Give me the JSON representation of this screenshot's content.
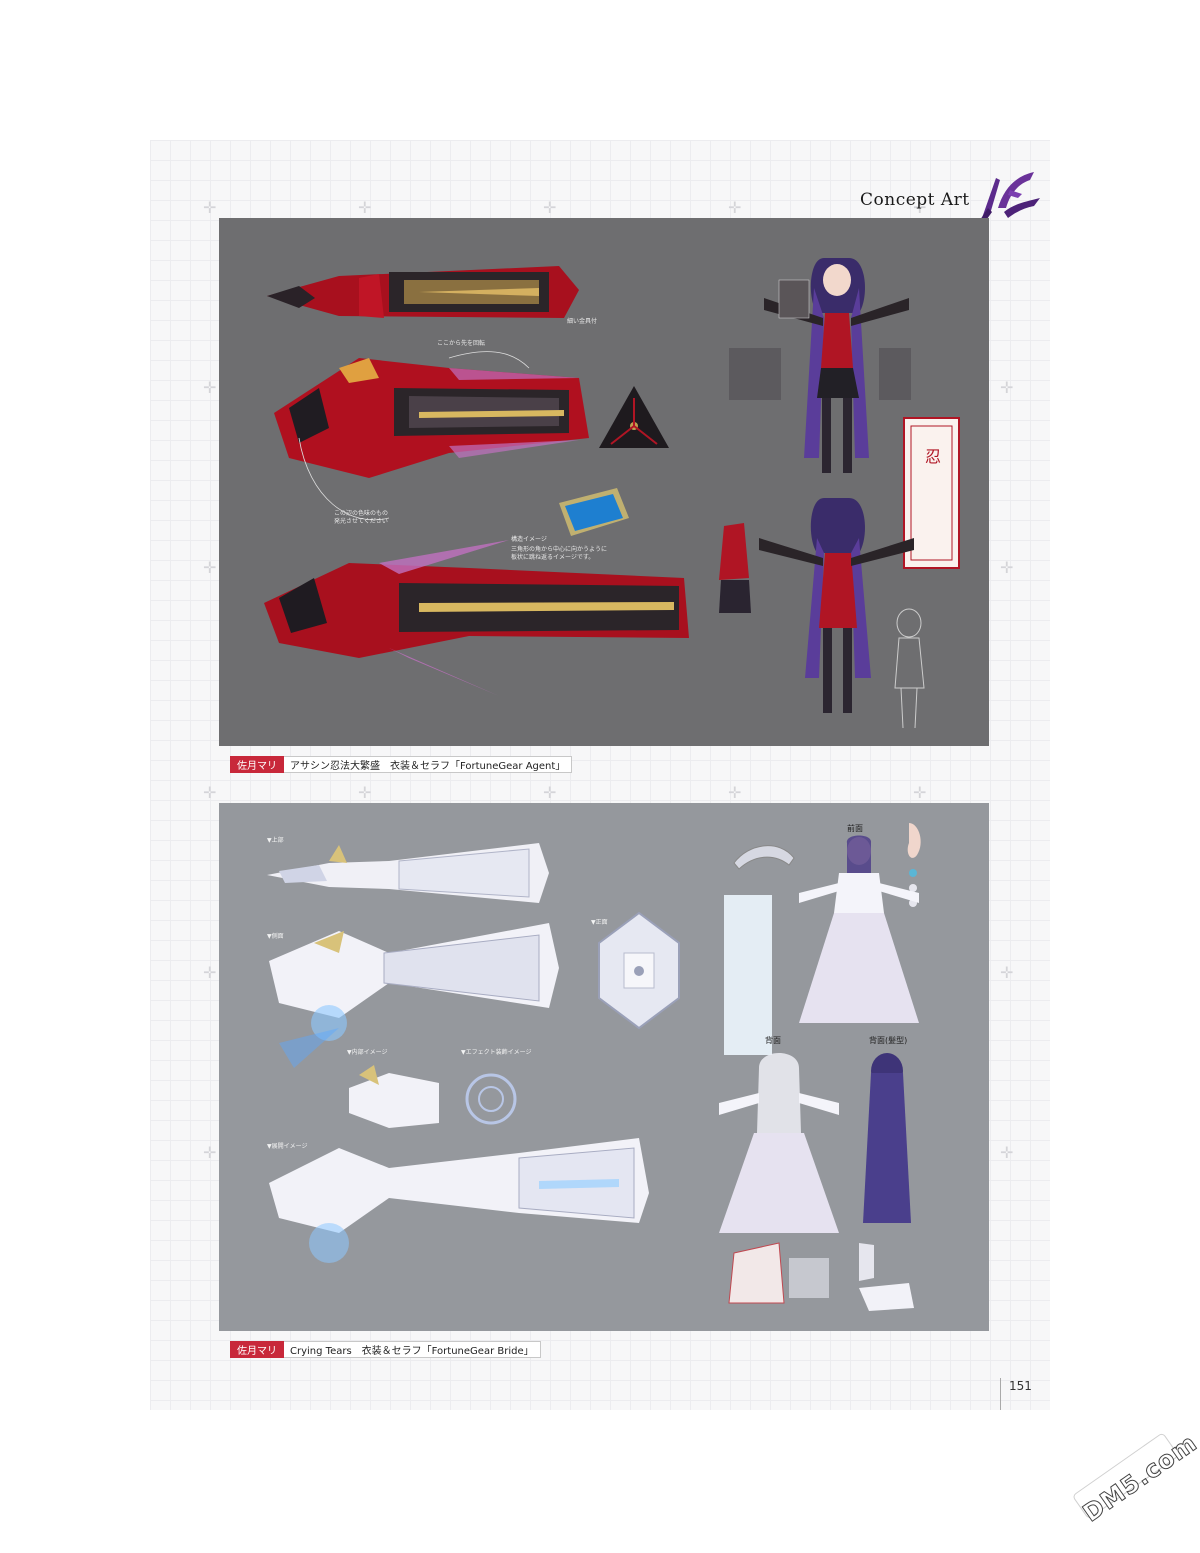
{
  "header": {
    "title": "Concept Art",
    "logo_icon": "purple-brushstroke-logo-icon"
  },
  "panels": {
    "agent": {
      "notes": {
        "rotate": "ここから先を回転",
        "glow": "この辺の色味のもの\n発光させてください",
        "structure": "構造イメージ",
        "structure_detail": "三角形の角から中心に向かうように\n板状に跳ね返るイメージです。",
        "clip": "細い金具付",
        "stamp": "忍"
      }
    },
    "bride": {
      "notes": {
        "upper": "▼上部",
        "side": "▼側面",
        "front": "▼正面",
        "inner": "▼内部イメージ",
        "effect": "▼エフェクト装飾イメージ",
        "energy": "▼展開イメージ",
        "front_view": "前面",
        "back_view": "背面",
        "back_hair": "背面(髪型)"
      }
    }
  },
  "captions": [
    {
      "author": "佐月マリ",
      "title": "アサシン忍法大繁盛　衣装＆セラフ「FortuneGear Agent」"
    },
    {
      "author": "佐月マリ",
      "title": "Crying Tears　衣装＆セラフ「FortuneGear Bride」"
    }
  ],
  "page_number": "151",
  "watermark": "DM5.com",
  "colors": {
    "accent_red": "#c8283a",
    "logo_purple": "#5b2a8c",
    "panel_top": "#6e6e70",
    "panel_bottom": "#95989d"
  }
}
